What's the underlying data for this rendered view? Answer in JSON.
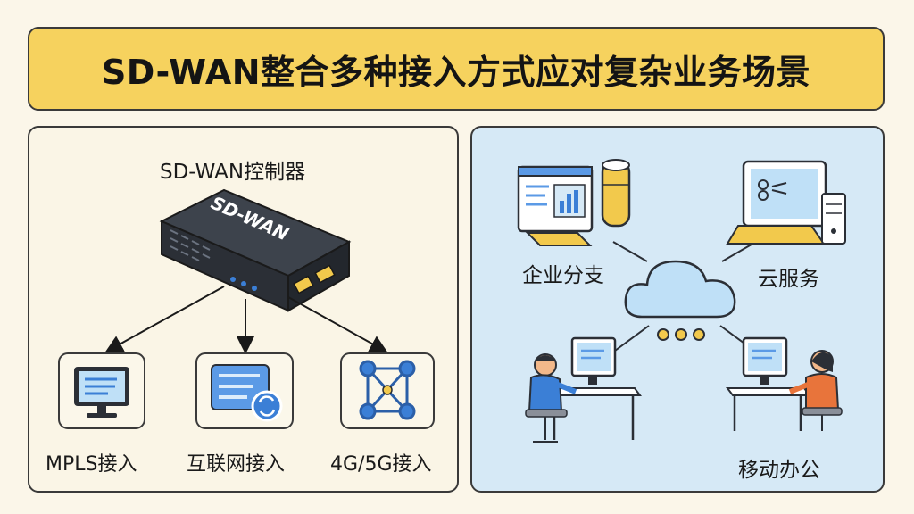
{
  "title": "SD-WAN整合多种接入方式应对复杂业务场景",
  "left": {
    "controller_label": "SD-WAN控制器",
    "device_text": "SD-WAN",
    "access": [
      {
        "label": "MPLS接入",
        "icon": "monitor-icon"
      },
      {
        "label": "互联网接入",
        "icon": "web-sync-icon"
      },
      {
        "label": "4G/5G接入",
        "icon": "network-nodes-icon"
      }
    ]
  },
  "right": {
    "scenarios": [
      {
        "label": "企业分支",
        "icon": "branch-office-icon"
      },
      {
        "label": "云服务",
        "icon": "cloud-server-icon"
      },
      {
        "label": "移动办公",
        "icon": "mobile-office-icon"
      }
    ],
    "center_icon": "cloud-icon"
  },
  "colors": {
    "title_bg": "#f6d25e",
    "right_panel_bg": "#d6e9f6",
    "accent_blue": "#3b7fd6",
    "accent_yellow": "#f2c94c",
    "device_dark": "#2b2f36"
  }
}
